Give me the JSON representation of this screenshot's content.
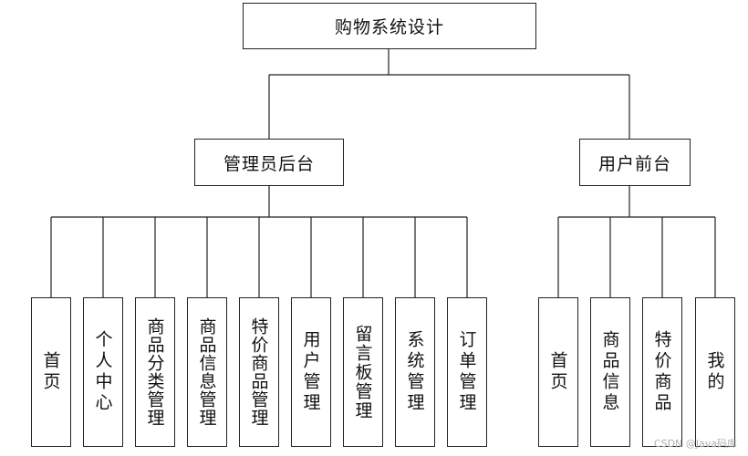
{
  "root": {
    "label": "购物系统设计"
  },
  "branches": [
    {
      "id": "admin",
      "label": "管理员后台",
      "children": [
        "首页",
        "个人中心",
        "商品分类管理",
        "商品信息管理",
        "特价商品管理",
        "用户管理",
        "留言板管理",
        "系统管理",
        "订单管理"
      ]
    },
    {
      "id": "user",
      "label": "用户前台",
      "children": [
        "首页",
        "商品信息",
        "特价商品",
        "我的"
      ]
    }
  ],
  "watermark": "CSDN @Java码库"
}
